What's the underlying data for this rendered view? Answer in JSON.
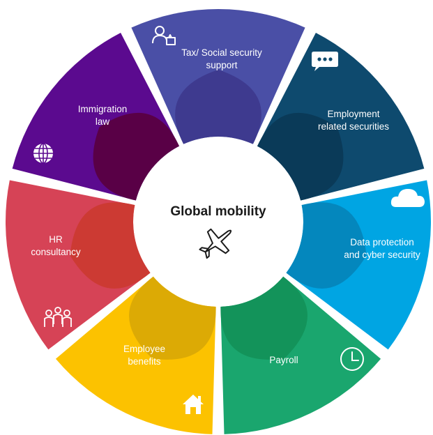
{
  "center": {
    "title": "Global mobility",
    "icon": "airplane-icon"
  },
  "segments": [
    {
      "id": "tax",
      "lines": [
        "Tax/ Social security",
        "support"
      ],
      "color": "#4a4fa6",
      "lobe": "#3e3a8f",
      "icon": "user-chat-icon"
    },
    {
      "id": "employment",
      "lines": [
        "Employment",
        "related securities"
      ],
      "color": "#0e4a6e",
      "lobe": "#0a3a58",
      "icon": "chat-bubble-icon"
    },
    {
      "id": "data",
      "lines": [
        "Data protection",
        "and cyber security"
      ],
      "color": "#00a5e3",
      "lobe": "#0487bd",
      "icon": "cloud-icon"
    },
    {
      "id": "payroll",
      "lines": [
        "Payroll"
      ],
      "color": "#1aa66e",
      "lobe": "#13935a",
      "icon": "clock-icon"
    },
    {
      "id": "benefits",
      "lines": [
        "Employee",
        "benefits"
      ],
      "color": "#fcc200",
      "lobe": "#dcaa05",
      "icon": "house-icon"
    },
    {
      "id": "hr",
      "lines": [
        "HR",
        "consultancy"
      ],
      "color": "#d64356",
      "lobe": "#cc3a33",
      "icon": "people-group-icon"
    },
    {
      "id": "immigration",
      "lines": [
        "Immigration",
        "law"
      ],
      "color": "#5b0a8f",
      "lobe": "#590046",
      "icon": "globe-icon"
    }
  ]
}
